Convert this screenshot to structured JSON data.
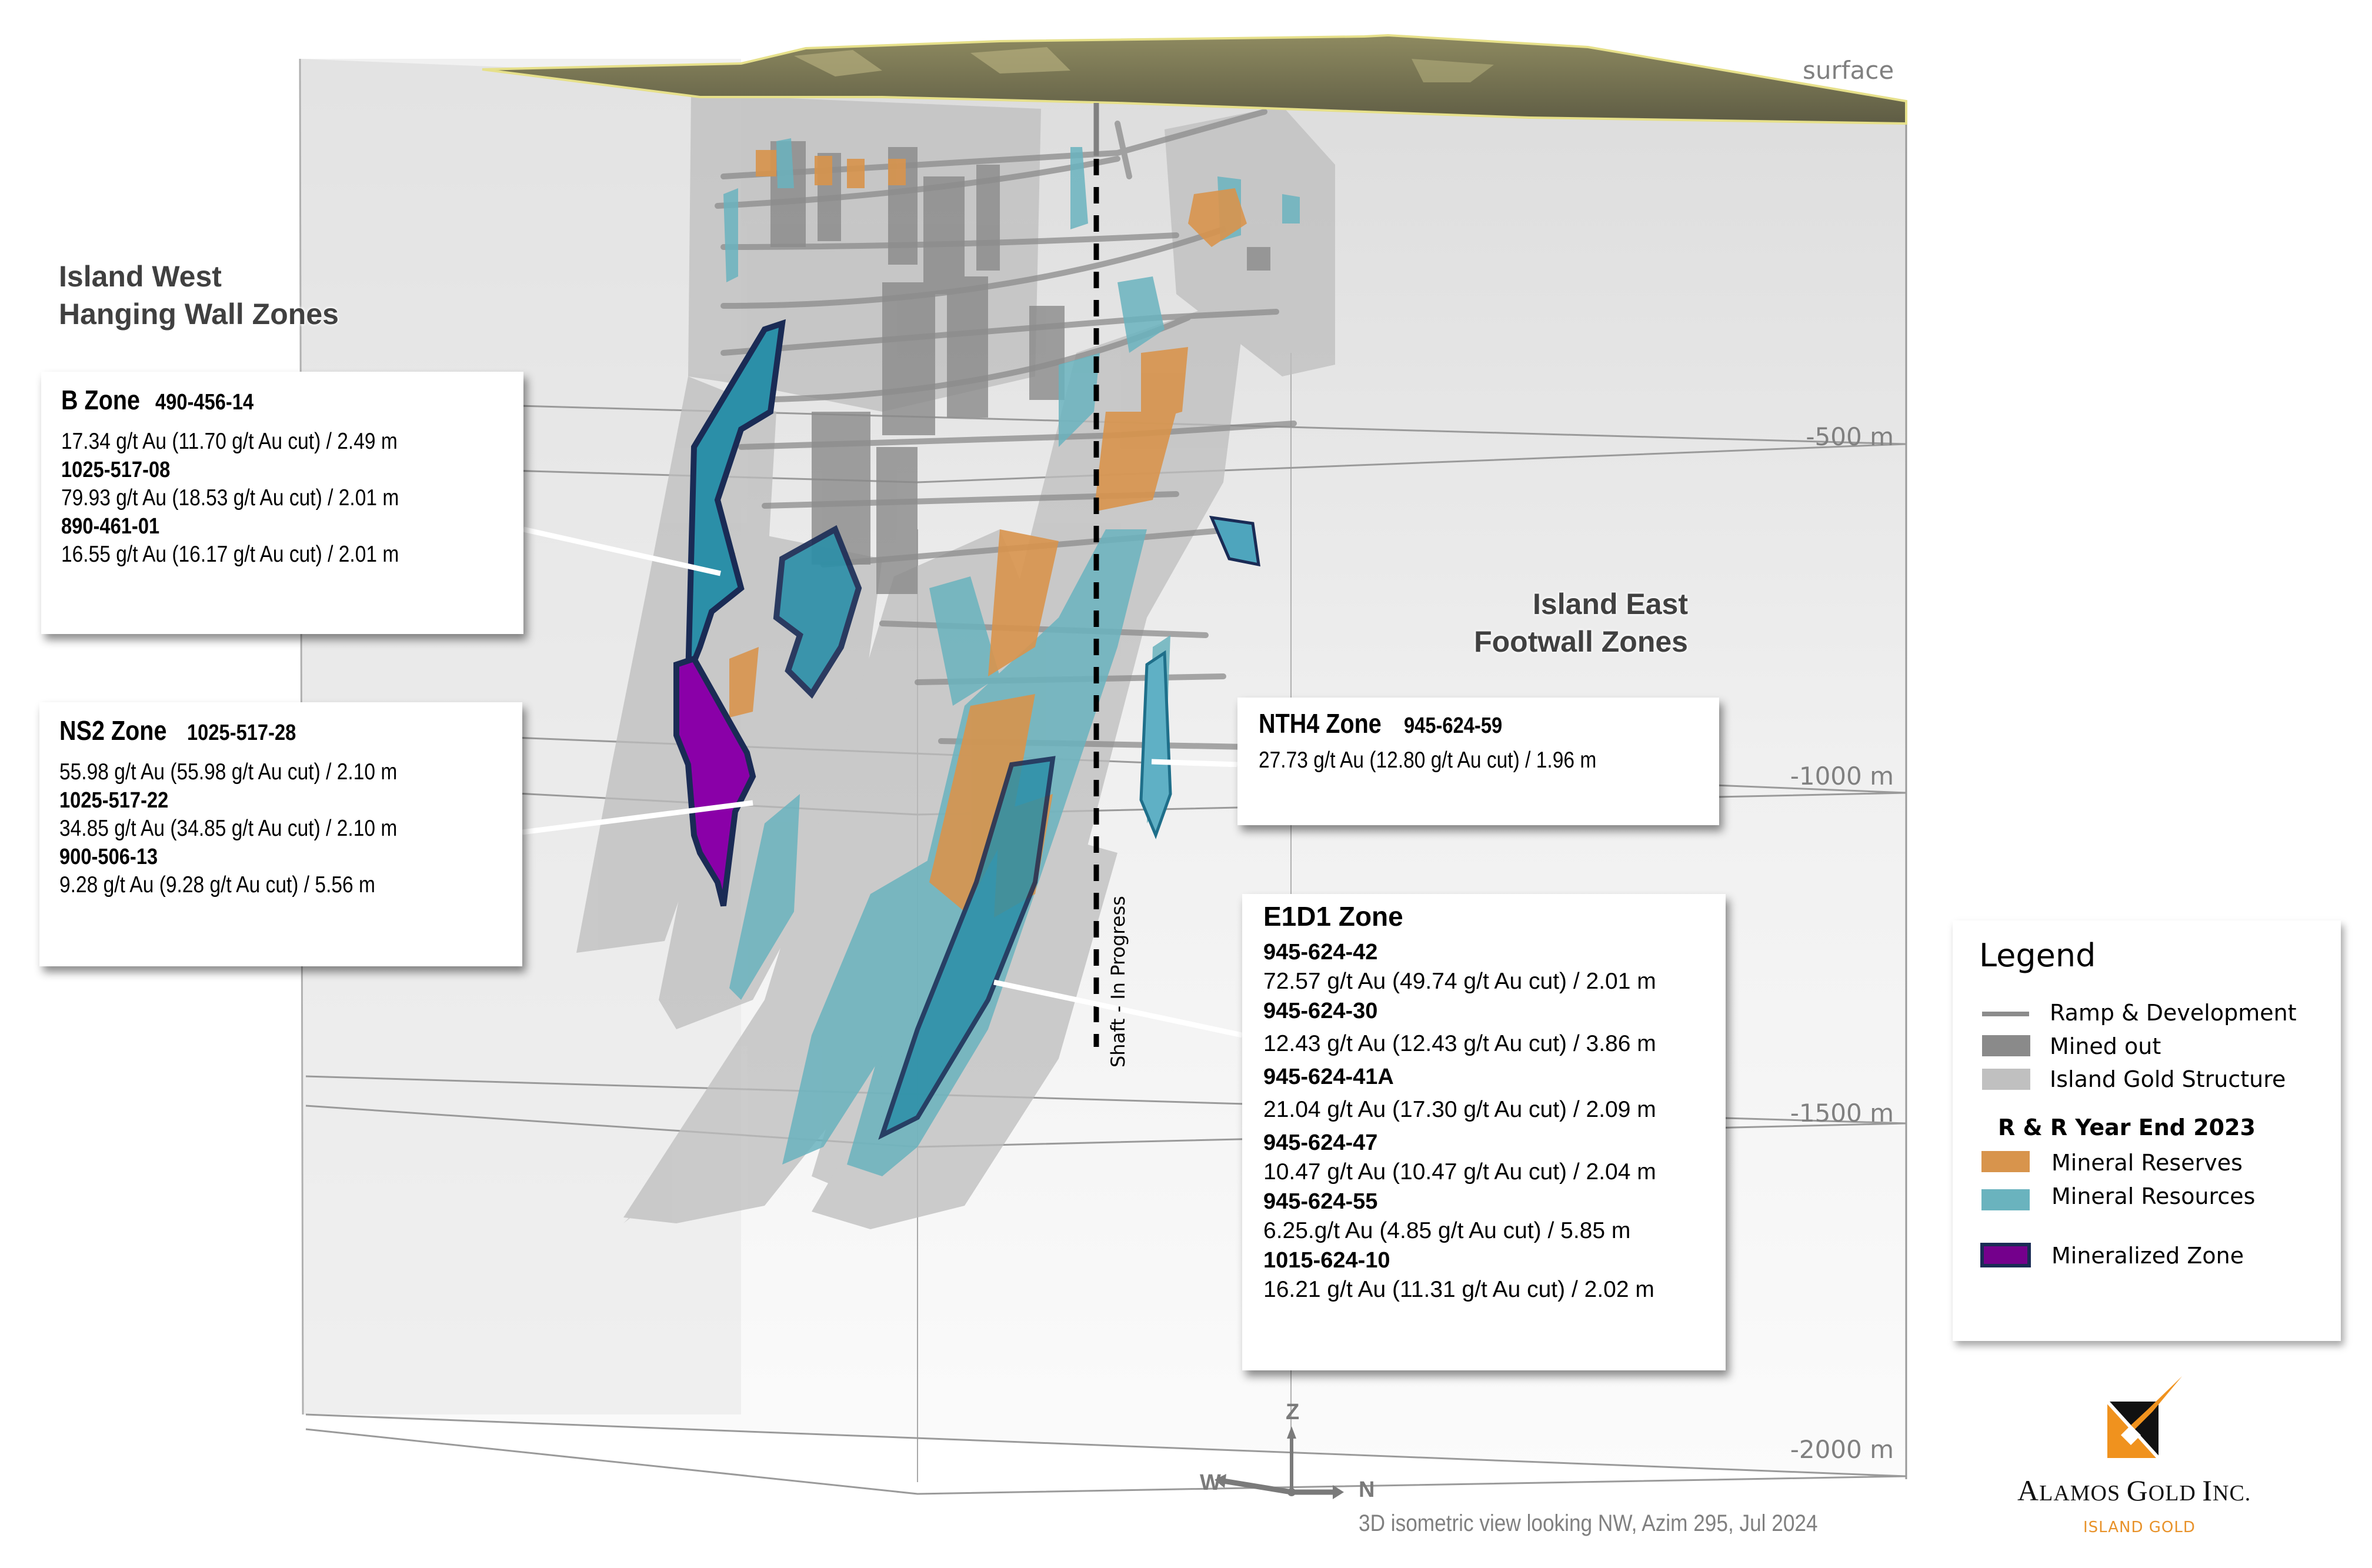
{
  "figure": {
    "surface_label": "surface",
    "depth_labels": [
      "-500 m",
      "-1000 m",
      "-1500 m",
      "-2000 m"
    ],
    "shaft_label": "Shaft - In Progress",
    "west_heading": [
      "Island West",
      "Hanging Wall Zones"
    ],
    "east_heading": [
      "Island East",
      "Footwall Zones"
    ],
    "caption": "3D isometric view looking NW, Azim 295, Jul 2024",
    "compass": {
      "z": "Z",
      "w": "W",
      "n": "N"
    }
  },
  "callouts": {
    "b_zone": {
      "title": "B Zone",
      "holes": [
        {
          "id": "490-456-14",
          "assay": "17.34 g/t Au (11.70 g/t Au cut) / 2.49 m"
        },
        {
          "id": "1025-517-08",
          "assay": "79.93 g/t Au (18.53 g/t Au cut) / 2.01 m"
        },
        {
          "id": "890-461-01",
          "assay": "16.55 g/t Au (16.17 g/t Au cut) / 2.01 m"
        }
      ]
    },
    "ns2_zone": {
      "title": "NS2 Zone",
      "holes": [
        {
          "id": "1025-517-28",
          "assay": "55.98 g/t Au (55.98 g/t Au cut) / 2.10 m"
        },
        {
          "id": "1025-517-22",
          "assay": "34.85 g/t Au (34.85 g/t Au cut) / 2.10 m"
        },
        {
          "id": "900-506-13",
          "assay": "9.28 g/t Au (9.28 g/t Au cut) / 5.56 m"
        }
      ]
    },
    "nth4_zone": {
      "title": "NTH4 Zone",
      "holes": [
        {
          "id": "945-624-59",
          "assay": "27.73 g/t Au (12.80 g/t Au cut) / 1.96 m"
        }
      ]
    },
    "e1d1_zone": {
      "title": "E1D1 Zone",
      "holes": [
        {
          "id": "945-624-42",
          "assay": "72.57 g/t Au (49.74 g/t Au cut) / 2.01 m"
        },
        {
          "id": "945-624-30",
          "assay": "12.43 g/t Au (12.43 g/t Au cut) / 3.86 m"
        },
        {
          "id": "945-624-41A",
          "assay": "21.04 g/t Au (17.30 g/t Au cut) / 2.09 m"
        },
        {
          "id": "945-624-47",
          "assay": "10.47 g/t Au (10.47 g/t Au cut) / 2.04 m"
        },
        {
          "id": "945-624-55",
          "assay": "6.25.g/t Au (4.85 g/t Au cut) / 5.85 m"
        },
        {
          "id": "1015-624-10",
          "assay": "16.21 g/t Au (11.31 g/t Au cut) / 2.02 m"
        }
      ]
    }
  },
  "legend": {
    "title": "Legend",
    "items": [
      {
        "label": "Ramp & Development",
        "color": "#8c8c8c",
        "icon": "line"
      },
      {
        "label": "Mined out",
        "color": "#8a8a8a",
        "icon": "swatch"
      },
      {
        "label": "Island Gold Structure",
        "color": "#c0c0c0",
        "icon": "swatch"
      }
    ],
    "subtitle": "R & R Year End 2023",
    "rr_items": [
      {
        "label": "Mineral Reserves",
        "color": "#d8944c",
        "icon": "swatch"
      },
      {
        "label": "Mineral Resources",
        "color": "#6ab3be",
        "icon": "swatch"
      },
      {
        "label": "Mineralized Zone",
        "color": "#74008c",
        "border": "#1a2b55",
        "icon": "swatch"
      }
    ]
  },
  "logo": {
    "name_parts": [
      "A",
      "LAMOS ",
      "G",
      "OLD ",
      "I",
      "NC."
    ],
    "subtitle": "ISLAND GOLD",
    "colors": {
      "orange": "#f0921e",
      "black": "#111111"
    }
  },
  "colors": {
    "reserves": "#d8944c",
    "resources": "#6ab3be",
    "resources_dark": "#1f7f99",
    "mineralized": "#8a00a8",
    "mineralized_border": "#1a2b55",
    "structure": "#c4c4c4",
    "mined_out": "#8a8a8a",
    "surface": "#6e6c4c"
  }
}
